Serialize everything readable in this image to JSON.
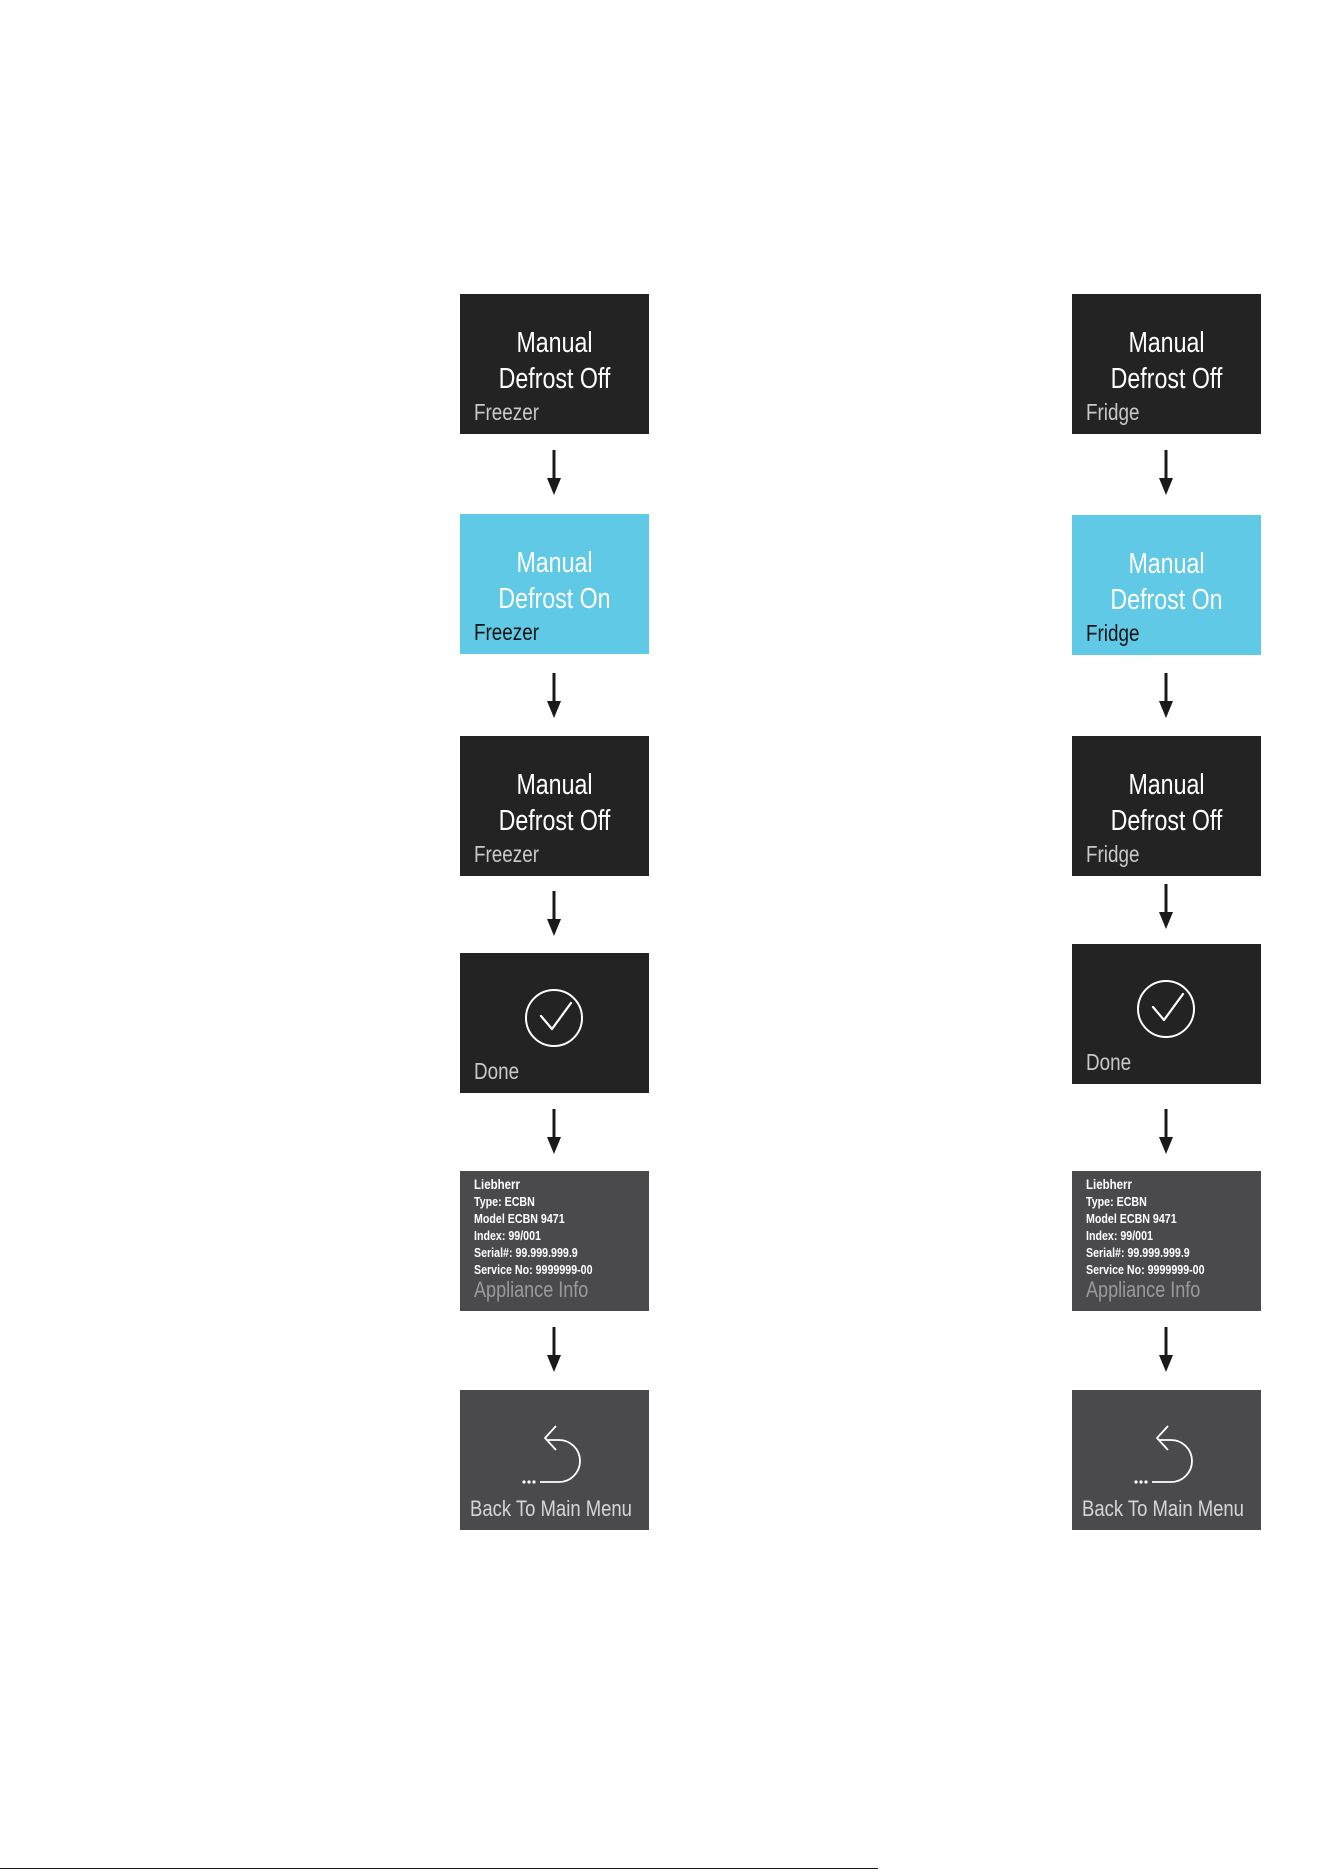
{
  "colors": {
    "dark_screen": "#232323",
    "active_screen": "#5fc9e6",
    "info_screen": "#4a4a4c",
    "arrow": "#1a1a1a"
  },
  "columns": [
    {
      "screens": [
        {
          "line1": "Manual",
          "line2": "Defrost Off",
          "label": "Freezer"
        },
        {
          "line1": "Manual",
          "line2": "Defrost On",
          "label": "Freezer"
        },
        {
          "line1": "Manual",
          "line2": "Defrost Off",
          "label": "Freezer"
        },
        {
          "icon": "check-circle-icon",
          "label": "Done"
        },
        {
          "info_lines": [
            "Liebherr",
            "Type: ECBN",
            "Model ECBN 9471",
            "Index: 99/001",
            "Serial#: 99.999.999.9",
            "Service No: 9999999-00"
          ],
          "label": "Appliance Info"
        },
        {
          "icon": "back-arrow-icon",
          "label": "Back To Main Menu"
        }
      ]
    },
    {
      "screens": [
        {
          "line1": "Manual",
          "line2": "Defrost Off",
          "label": "Fridge"
        },
        {
          "line1": "Manual",
          "line2": "Defrost On",
          "label": "Fridge"
        },
        {
          "line1": "Manual",
          "line2": "Defrost Off",
          "label": "Fridge"
        },
        {
          "icon": "check-circle-icon",
          "label": "Done"
        },
        {
          "info_lines": [
            "Liebherr",
            "Type: ECBN",
            "Model ECBN 9471",
            "Index: 99/001",
            "Serial#: 99.999.999.9",
            "Service No: 9999999-00"
          ],
          "label": "Appliance Info"
        },
        {
          "icon": "back-arrow-icon",
          "label": "Back To Main Menu"
        }
      ]
    }
  ]
}
